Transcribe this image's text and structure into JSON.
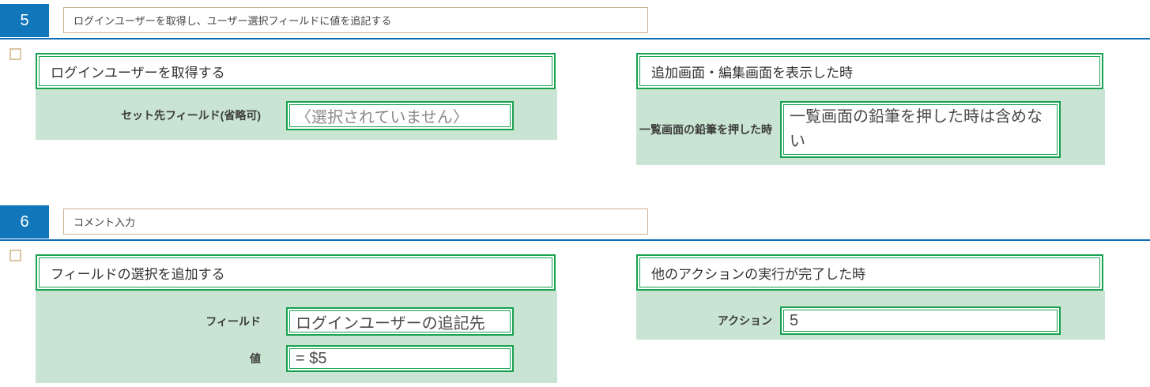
{
  "colors": {
    "accent_blue": "#1176ba",
    "divider_blue": "#0c6cb4",
    "border_green": "#17a24f",
    "panel_bg": "#c9e4d2",
    "memo_border": "#cdb293"
  },
  "sections": [
    {
      "number": "5",
      "memo": "ログインユーザーを取得し、ユーザー選択フィールドに値を追記する",
      "checkbox_checked": false,
      "action": {
        "title": "ログインユーザーを取得する",
        "fields": [
          {
            "label": "セット先フィールド(省略可)",
            "value": "〈選択されていません〉"
          }
        ]
      },
      "trigger": {
        "title": "追加画面・編集画面を表示した時",
        "fields": [
          {
            "label": "一覧画面の鉛筆を押した時",
            "value": "一覧画面の鉛筆を押した時は含めない"
          }
        ]
      }
    },
    {
      "number": "6",
      "memo": "コメント入力",
      "checkbox_checked": false,
      "action": {
        "title": "フィールドの選択を追加する",
        "fields": [
          {
            "label": "フィールド",
            "value": "ログインユーザーの追記先"
          },
          {
            "label": "値",
            "value": "= $5"
          }
        ]
      },
      "trigger": {
        "title": "他のアクションの実行が完了した時",
        "fields": [
          {
            "label": "アクション",
            "value": "5"
          }
        ]
      }
    }
  ]
}
